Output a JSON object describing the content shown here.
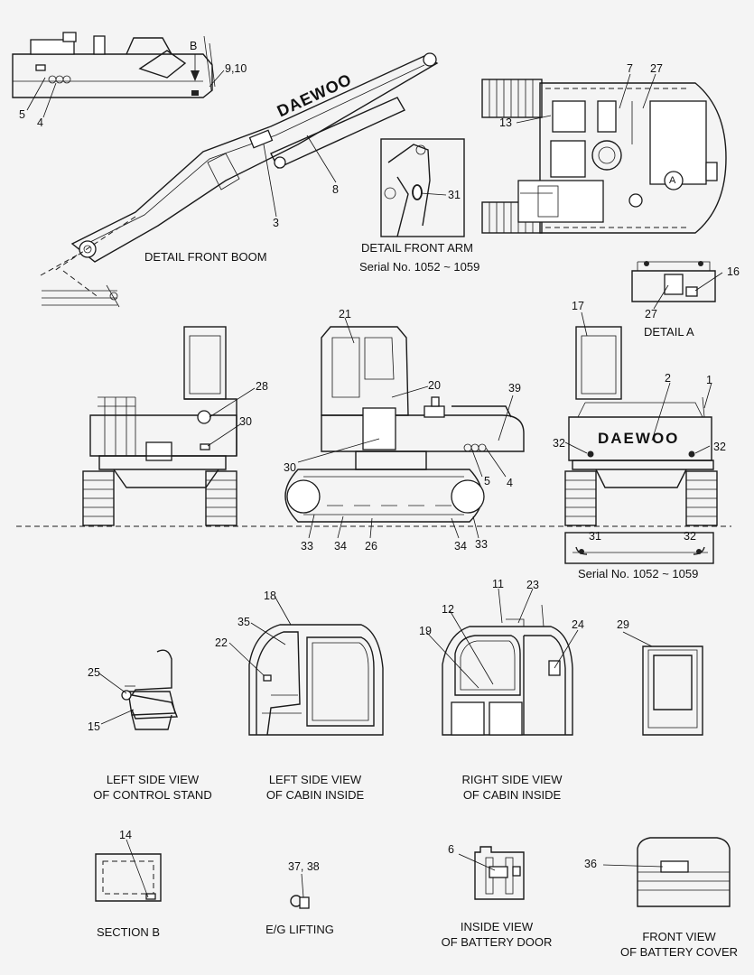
{
  "captions": {
    "detail_front_boom": "DETAIL FRONT BOOM",
    "detail_front_arm": "DETAIL FRONT ARM",
    "serial_arm": "Serial No. 1052 ~ 1059",
    "detail_a": "DETAIL  A",
    "serial_rear": "Serial No. 1052 ~ 1059",
    "control_stand_1": "LEFT SIDE VIEW",
    "control_stand_2": "OF CONTROL STAND",
    "cabin_left_1": "LEFT SIDE VIEW",
    "cabin_left_2": "OF CABIN INSIDE",
    "cabin_right_1": "RIGHT SIDE VIEW",
    "cabin_right_2": "OF CABIN INSIDE",
    "section_b": "SECTION B",
    "eg_lifting": "E/G LIFTING",
    "battery_door_1": "INSIDE VIEW",
    "battery_door_2": "OF BATTERY DOOR",
    "battery_cover_1": "FRONT VIEW",
    "battery_cover_2": "OF BATTERY COVER"
  },
  "markings": {
    "brand": "DAEWOO",
    "view_letter_b": "B",
    "view_letter_a": "A"
  },
  "callouts": {
    "boom": [
      "5",
      "4",
      "9,10",
      "3",
      "8"
    ],
    "arm": [
      "31"
    ],
    "top_view": [
      "7",
      "27",
      "13"
    ],
    "detail_a": [
      "16",
      "27"
    ],
    "rear_view": [
      "28",
      "30"
    ],
    "side_view": [
      "21",
      "20",
      "39",
      "30",
      "5",
      "4",
      "33",
      "34",
      "26",
      "34",
      "33"
    ],
    "front_view": [
      "17",
      "2",
      "1",
      "32",
      "32"
    ],
    "serial_box": [
      "31",
      "32"
    ],
    "control_stand": [
      "25",
      "15"
    ],
    "cabin_left": [
      "18",
      "35",
      "22"
    ],
    "cabin_right": [
      "11",
      "23",
      "12",
      "19",
      "24"
    ],
    "cabin_front": [
      "29"
    ],
    "section_b": [
      "14"
    ],
    "eg_lifting": [
      "37, 38"
    ],
    "battery_door": [
      "6"
    ],
    "battery_cover": [
      "36"
    ]
  }
}
